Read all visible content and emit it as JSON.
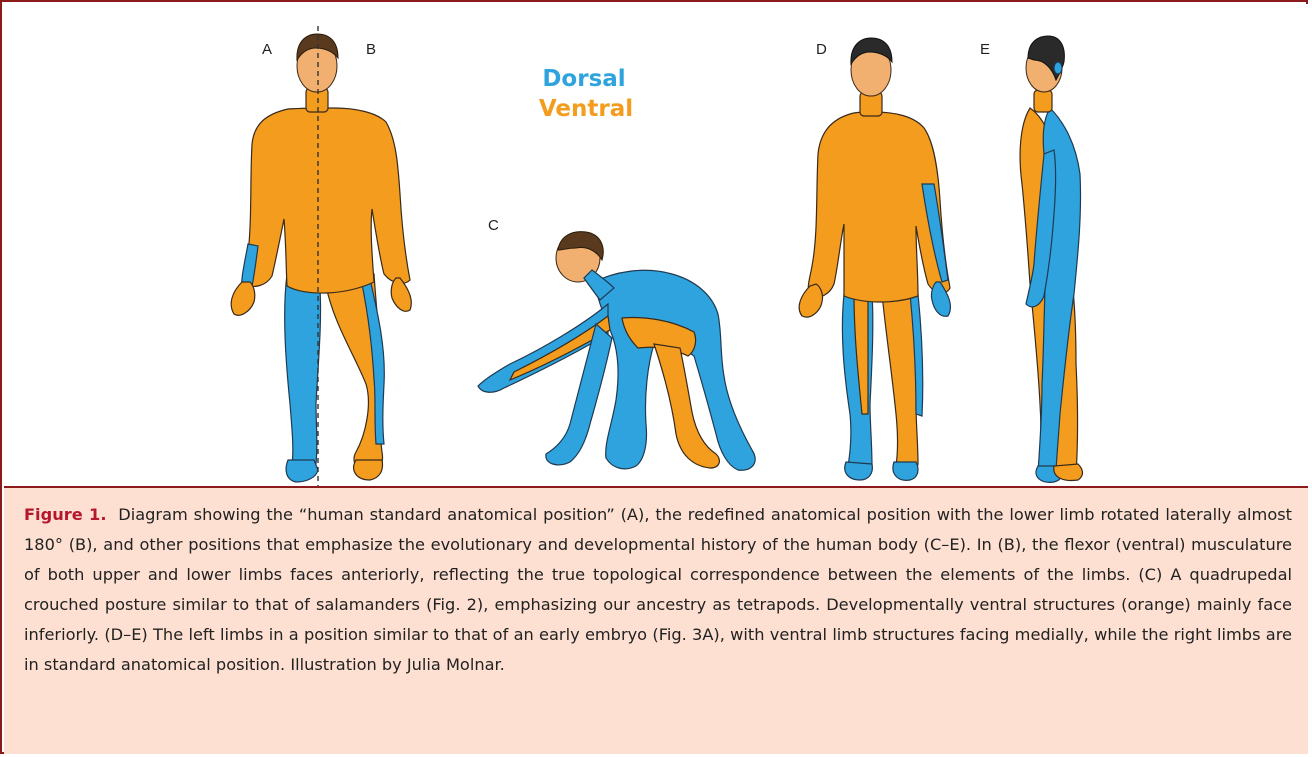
{
  "panels": {
    "a": "A",
    "b": "B",
    "c": "C",
    "d": "D",
    "e": "E"
  },
  "legend": {
    "dorsal": "Dorsal",
    "ventral": "Ventral"
  },
  "colors": {
    "dorsal": "#2ea3de",
    "ventral": "#f39c1e",
    "border": "#8b1a1a",
    "caption_bg": "#fde0d2",
    "figure_label": "#b5182c"
  },
  "caption": {
    "label": "Figure 1.",
    "text": "Diagram showing the “human standard anatomical position” (A), the redefined anatomical position with the lower limb rotated laterally almost 180° (B), and other positions that emphasize the evolutionary and developmental history of the human body (C–E). In (B), the flexor (ventral) musculature of both upper and lower limbs faces anteriorly, reflecting the true topological correspondence between the elements of the limbs. (C) A quadrupedal crouched posture similar to that of salamanders (Fig. 2), emphasizing our ancestry as tetrapods. Developmentally ventral structures (orange) mainly face inferiorly. (D–E) The left limbs in a position similar to that of an early embryo (Fig. 3A), with ventral limb structures facing medially, while the right limbs are in standard anatomical position. Illustration by Julia Molnar."
  }
}
